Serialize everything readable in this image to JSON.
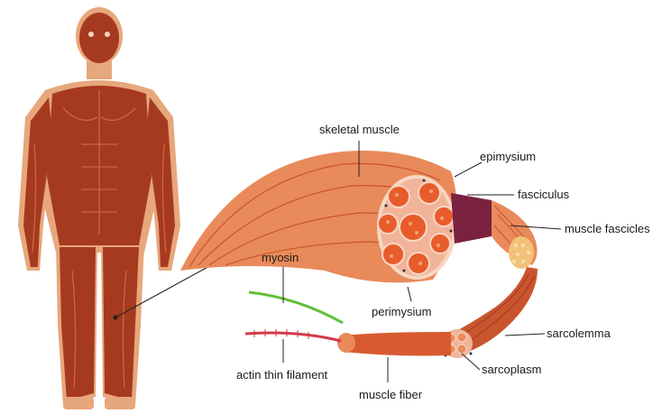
{
  "labels": {
    "skeletal_muscle": "skeletal muscle",
    "epimysium": "epimysium",
    "fasciculus": "fasciculus",
    "muscle_fascicles": "muscle fascicles",
    "myosin": "myosin",
    "perimysium": "perimysium",
    "sarcolemma": "sarcolemma",
    "sarcoplasm": "sarcoplasm",
    "actin_thin_filament": "actin thin filament",
    "muscle_fiber": "muscle fiber"
  },
  "colors": {
    "skin": "#e7a77c",
    "muscle_dark": "#a63a1f",
    "muscle_mid": "#c9552f",
    "muscle_light": "#e98a5a",
    "bundle": "#ee9a68",
    "fasciculus": "#7a2140",
    "fascicle_yellow": "#f2c27a",
    "myosin_green": "#5fbf3a",
    "actin_red": "#d23a4a"
  }
}
